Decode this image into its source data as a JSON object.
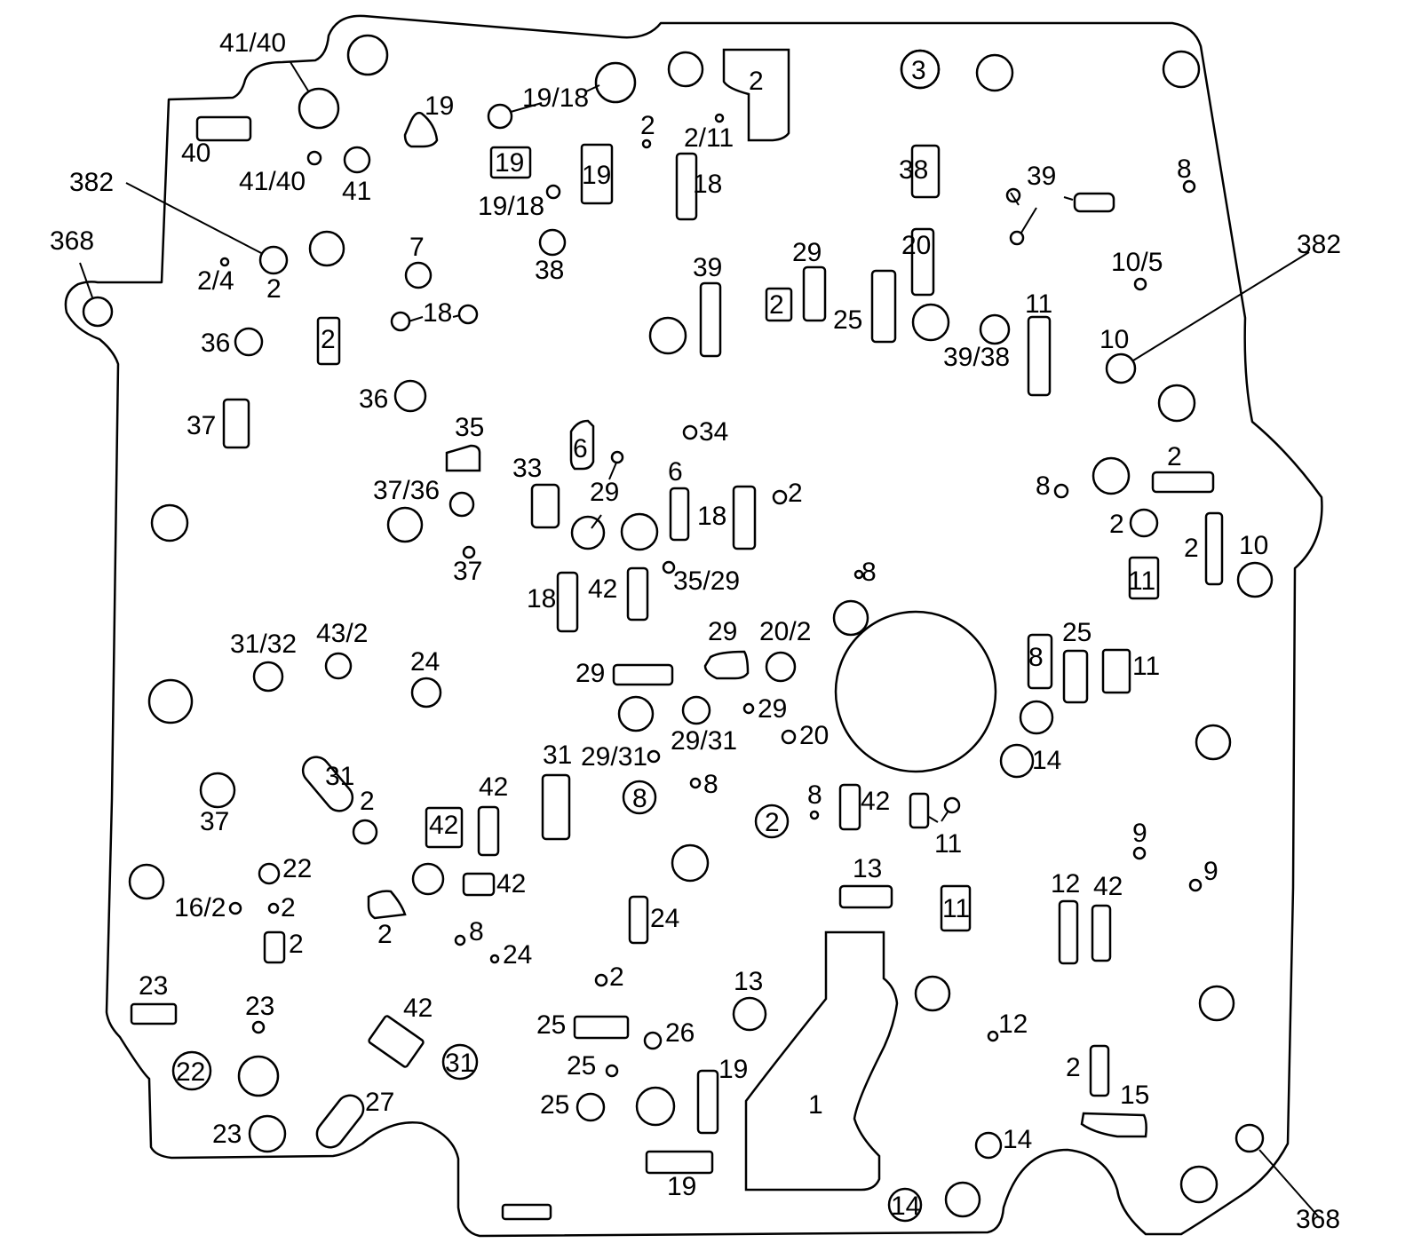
{
  "labels": {
    "l_41_40_top": "41/40",
    "l_19_a": "19",
    "l_19_18_top": "19/18",
    "l_2_top_box": "2",
    "l_3_circled": "3",
    "l_40": "40",
    "l_41_40_mid": "41/40",
    "l_41": "41",
    "l_19_box_a": "19",
    "l_19_box_b": "19",
    "l_2_small": "2",
    "l_2_11": "2/11",
    "l_18_a": "18",
    "l_19_18_mid": "19/18",
    "l_382_left": "382",
    "l_368_left": "368",
    "l_38_a": "38",
    "l_39_top": "39",
    "l_8_top": "8",
    "l_7": "7",
    "l_2_4": "2/4",
    "l_2_near382": "2",
    "l_38_b": "38",
    "l_29_a": "29",
    "l_20_a": "20",
    "l_382_right": "382",
    "l_10_5": "10/5",
    "l_39_b": "39",
    "l_2_box_mid": "2",
    "l_25_a": "25",
    "l_11_a": "11",
    "l_18_b": "18",
    "l_36_a": "36",
    "l_2_box_left": "2",
    "l_39_38": "39/38",
    "l_10_a": "10",
    "l_36_b": "36",
    "l_37_a": "37",
    "l_35": "35",
    "l_6_box": "6",
    "l_34": "34",
    "l_33": "33",
    "l_29_b": "29",
    "l_6": "6",
    "l_18_c": "18",
    "l_2_c": "2",
    "l_37_36": "37/36",
    "l_8_b": "8",
    "l_2_d": "2",
    "l_2_e": "2",
    "l_2_f": "2",
    "l_10_b": "10",
    "l_37_b": "37",
    "l_8_c": "8",
    "l_11_box_a": "11",
    "l_18_d": "18",
    "l_42_a": "42",
    "l_35_29": "35/29",
    "l_31_32": "31/32",
    "l_43_2": "43/2",
    "l_24_a": "24",
    "l_29_c": "29",
    "l_20_2": "20/2",
    "l_29_d": "29",
    "l_8_box": "8",
    "l_25_b": "25",
    "l_11_b": "11",
    "l_29_e": "29",
    "l_20_b": "20",
    "l_29_31_a": "29/31",
    "l_29_31_b": "29/31",
    "l_14_a": "14",
    "l_31_a": "31",
    "l_31_b": "31",
    "l_8_circled": "8",
    "l_8_d": "8",
    "l_2_g": "2",
    "l_37_c": "37",
    "l_42_box": "42",
    "l_42_b": "42",
    "l_8_e": "8",
    "l_2_circled": "2",
    "l_42_c": "42",
    "l_11_c": "11",
    "l_9_a": "9",
    "l_9_b": "9",
    "l_22": "22",
    "l_13_a": "13",
    "l_16_2": "16/2",
    "l_2_h": "2",
    "l_42_d": "42",
    "l_11_box_b": "11",
    "l_12_a": "12",
    "l_42_e": "42",
    "l_2_i": "2",
    "l_2_j": "2",
    "l_8_f": "8",
    "l_24_b": "24",
    "l_24_c": "24",
    "l_2_k": "2",
    "l_13_b": "13",
    "l_23_a": "23",
    "l_23_b": "23",
    "l_42_f": "42",
    "l_25_c": "25",
    "l_26": "26",
    "l_12_b": "12",
    "l_22_circled": "22",
    "l_31_circled": "31",
    "l_25_d": "25",
    "l_19_c": "19",
    "l_2_l": "2",
    "l_15": "15",
    "l_1": "1",
    "l_27": "27",
    "l_25_e": "25",
    "l_23_c": "23",
    "l_14_b": "14",
    "l_19_d": "19",
    "l_14_circled": "14",
    "l_368_right": "368"
  }
}
